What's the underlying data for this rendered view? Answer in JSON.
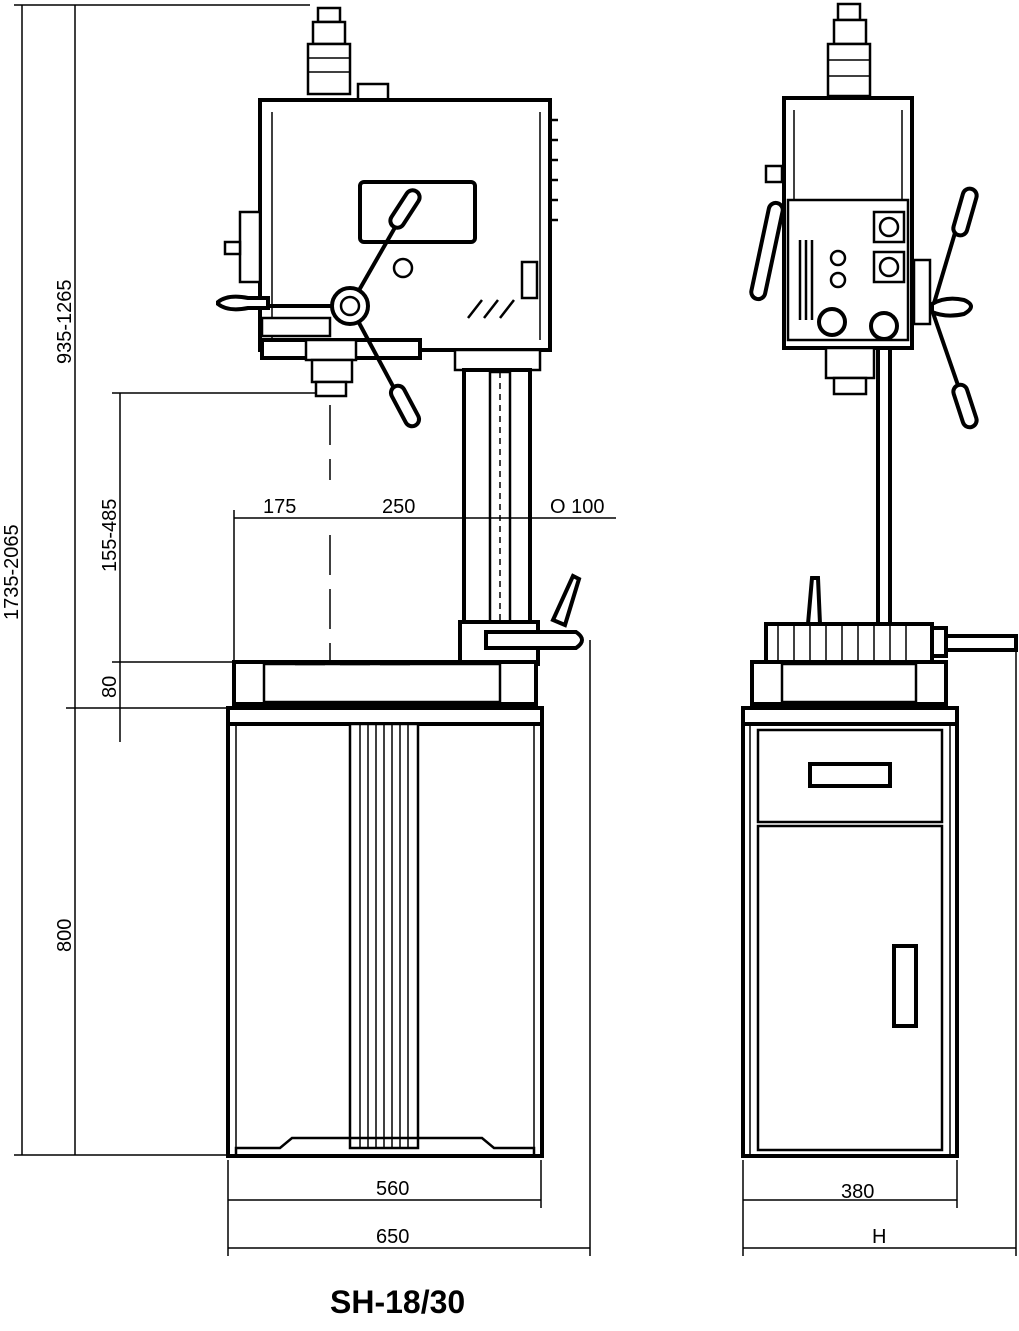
{
  "title": "SH-18/30",
  "dimensions": {
    "overall_height": "1735-2065",
    "head_height": "935-1265",
    "spindle_to_table": "155-485",
    "table_height": "80",
    "base_height": "800",
    "throat": "175",
    "table_width": "250",
    "column_diameter": "O 100",
    "base_width": "560",
    "overall_width": "650",
    "side_base_depth": "380",
    "side_overall": "H"
  }
}
